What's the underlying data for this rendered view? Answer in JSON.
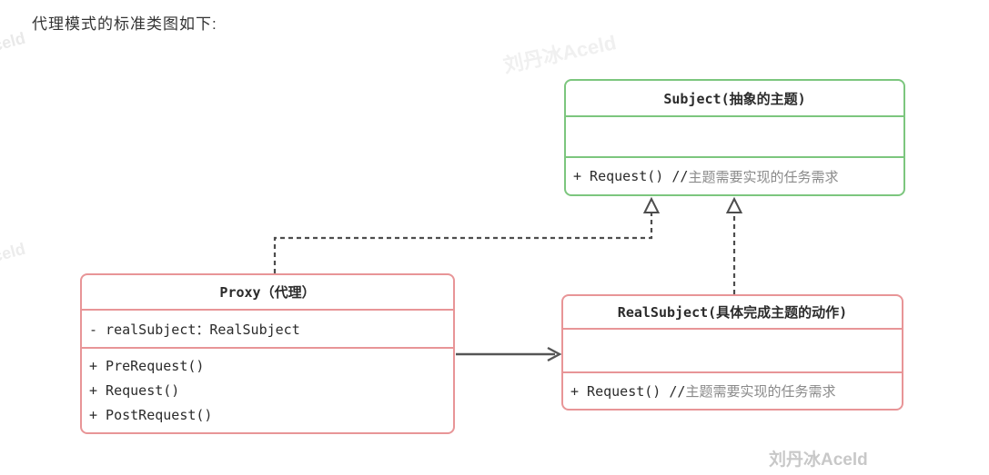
{
  "title": "代理模式的标准类图如下:",
  "colors": {
    "subject_border": "#7cc67e",
    "proxy_border": "#e89597",
    "realsubject_border": "#e89597",
    "connector": "#4d4d4d",
    "comment_text": "#8a8a8a",
    "watermark": "#c8c8c8"
  },
  "classes": {
    "subject": {
      "name": "Subject(抽象的主题)",
      "attributes": "",
      "method_code": "+ Request() //",
      "method_comment": "主题需要实现的任务需求"
    },
    "proxy": {
      "name": "Proxy（代理）",
      "attribute": "- realSubject：RealSubject",
      "methods": [
        "+ PreRequest()",
        "+ Request()",
        "+ PostRequest()"
      ]
    },
    "realsubject": {
      "name": "RealSubject(具体完成主题的动作)",
      "attributes": "",
      "method_code": "+ Request() //",
      "method_comment": "主题需要实现的任务需求"
    }
  },
  "relations": {
    "proxy_implements_subject": "dashed-realization-arrow",
    "realsubject_implements_subject": "dashed-realization-arrow",
    "proxy_uses_realsubject": "solid-arrow"
  },
  "watermarks": {
    "top_left_partial": "celd",
    "top_center": "刘丹冰Aceld",
    "mid_left_partial": "celd",
    "bottom_right": "刘丹冰Aceld"
  }
}
